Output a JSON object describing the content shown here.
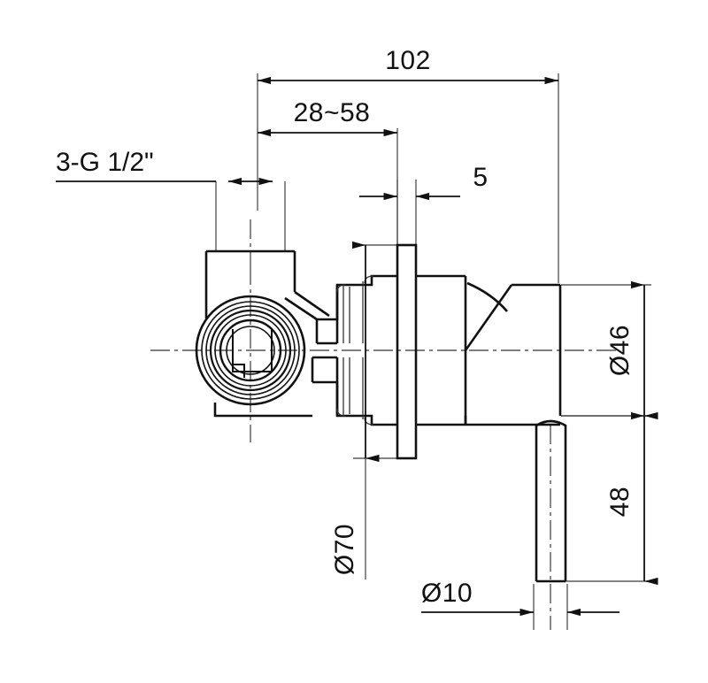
{
  "drawing": {
    "title": "Concealed shower mixer valve body — dimensioned technical drawing",
    "type": "engineering-line-drawing",
    "units": "mm",
    "line_color": "#1a1a1a",
    "thin_line_color": "#4d4d4d",
    "background": "#ffffff"
  },
  "dimensions": {
    "overall_length": "102",
    "adjustable_depth": "28~58",
    "flange_thickness": "5",
    "body_diameter": "Ø46",
    "handle_length": "48",
    "escutcheon_diameter": "Ø70",
    "lever_rod_diameter": "Ø10"
  },
  "annotations": {
    "thread_callout": "3-G 1/2\""
  },
  "dimension_list": [
    {
      "id": "len-102",
      "label": "102",
      "orientation": "horizontal",
      "kind": "linear"
    },
    {
      "id": "depth-2858",
      "label": "28~58",
      "orientation": "horizontal",
      "kind": "linear-range"
    },
    {
      "id": "thk-5",
      "label": "5",
      "orientation": "horizontal",
      "kind": "linear-small"
    },
    {
      "id": "dia-46",
      "label": "Ø46",
      "orientation": "vertical",
      "kind": "diameter"
    },
    {
      "id": "len-48",
      "label": "48",
      "orientation": "vertical",
      "kind": "linear"
    },
    {
      "id": "dia-70",
      "label": "Ø70",
      "orientation": "vertical",
      "kind": "diameter"
    },
    {
      "id": "dia-10",
      "label": "Ø10",
      "orientation": "horizontal",
      "kind": "diameter-small"
    },
    {
      "id": "thread-3g",
      "label": "3-G 1/2\"",
      "orientation": "horizontal",
      "kind": "leader-callout"
    }
  ]
}
